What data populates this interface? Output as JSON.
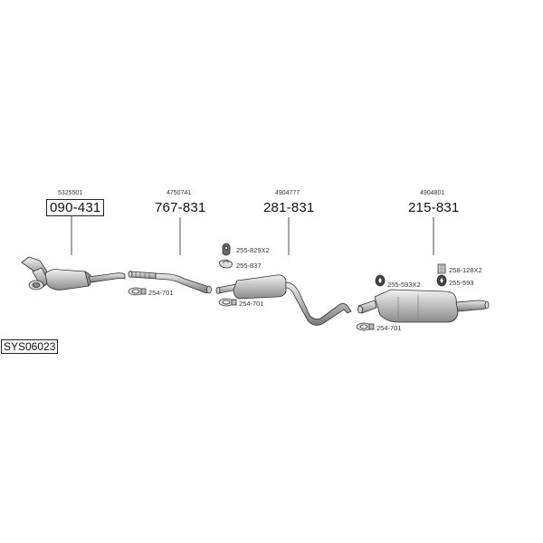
{
  "system_code": "SYS06023",
  "groups": [
    {
      "oe_number": "5325501",
      "part_number": "090-431",
      "boxed": true
    },
    {
      "oe_number": "4750741",
      "part_number": "767-831",
      "boxed": false
    },
    {
      "oe_number": "4904777",
      "part_number": "281-831",
      "boxed": false
    },
    {
      "oe_number": "4904801",
      "part_number": "215-831",
      "boxed": false
    }
  ],
  "accessories": [
    {
      "label": "254-701",
      "icon": "clamp-icon"
    },
    {
      "label": "255-829X2",
      "icon": "rubber-mount-icon"
    },
    {
      "label": "255-837",
      "icon": "hanger-icon"
    },
    {
      "label": "254-701",
      "icon": "clamp-icon"
    },
    {
      "label": "255-593X2",
      "icon": "rubber-ring-icon"
    },
    {
      "label": "258-128X2",
      "icon": "bracket-icon"
    },
    {
      "label": "255-593",
      "icon": "rubber-ring-icon"
    },
    {
      "label": "254-701",
      "icon": "clamp-icon"
    }
  ]
}
